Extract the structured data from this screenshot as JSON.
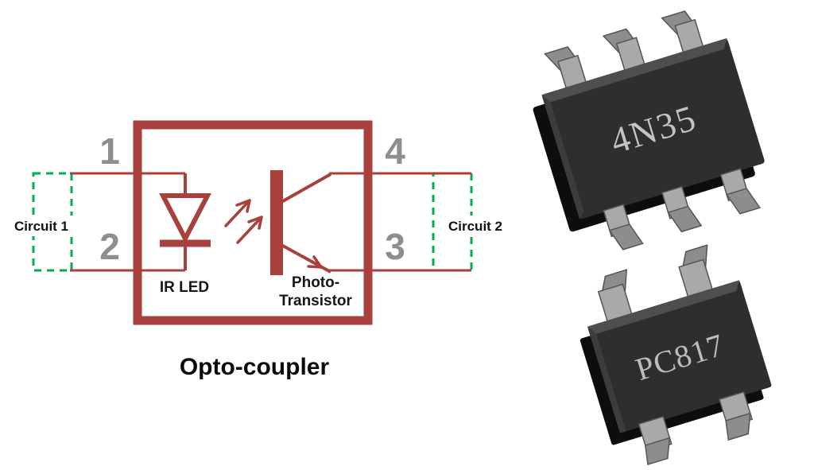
{
  "caption": "Opto-coupler",
  "schematic": {
    "pins": {
      "top_left": "1",
      "bottom_left": "2",
      "top_right": "4",
      "bottom_right": "3"
    },
    "circuit_left_label": "Circuit 1",
    "circuit_right_label": "Circuit 2",
    "led_label": "IR LED",
    "phototransistor_label_line1": "Photo-",
    "phototransistor_label_line2": "Transistor",
    "colors": {
      "schematic_red": "#a8413c",
      "dashed_green": "#00b050",
      "pin_number_gray": "#8e8e8e"
    }
  },
  "chips": [
    {
      "name": "4N35"
    },
    {
      "name": "PC817"
    }
  ]
}
